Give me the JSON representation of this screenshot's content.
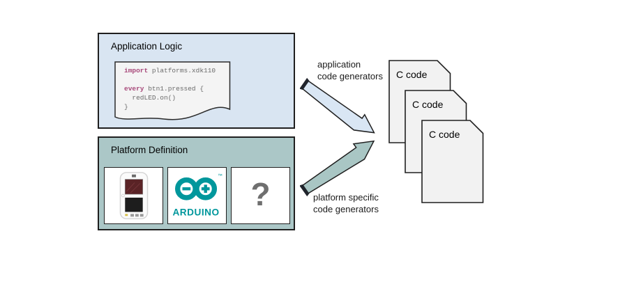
{
  "application_logic": {
    "title": "Application Logic",
    "code": {
      "keyword1": "import",
      "rest1": " platforms.xdk110",
      "keyword2": "every",
      "rest2": " btn1.pressed {",
      "line3": "  redLED.on()",
      "line4": "}"
    }
  },
  "platform_definition": {
    "title": "Platform Definition",
    "tiles": {
      "xdk": {
        "name": "xdk110-device-photo"
      },
      "arduino": {
        "label": "ARDUINO",
        "trademark": "™"
      },
      "unknown": {
        "label": "?"
      }
    }
  },
  "arrows": {
    "application": {
      "label_line1": "application",
      "label_line2": "code generators"
    },
    "platform": {
      "label_line1": "platform specific",
      "label_line2": "code generators"
    }
  },
  "documents": [
    {
      "label": "C code"
    },
    {
      "label": "C code"
    },
    {
      "label": "C code"
    }
  ],
  "colors": {
    "app_box_bg": "#d9e5f2",
    "platform_box_bg": "#abc7c7",
    "arrow_app_fill": "#d9e6f4",
    "arrow_platform_fill": "#a9c6c4",
    "doc_fill": "#f2f2f2",
    "snippet_bg": "#f4f4f4",
    "keyword_color": "#a8497a",
    "code_text_color": "#6b6b6b",
    "arduino_teal": "#00979c",
    "question_gray": "#6f6f6f",
    "border_dark": "#1f1f1f"
  }
}
